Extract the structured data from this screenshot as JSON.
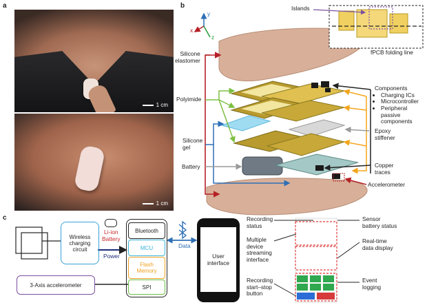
{
  "panels": {
    "a": "a",
    "b": "b",
    "c": "c"
  },
  "panel_a": {
    "scale_top": "1 cm",
    "scale_bottom": "1 cm"
  },
  "panel_b": {
    "islands": "Islands",
    "fpcb": "fPCB folding line",
    "axes": {
      "x": "x",
      "y": "y",
      "z": "z"
    },
    "silicone_elastomer": "Silicone\nelastomer",
    "polyimide": "Polyimide",
    "silicone_gel": "Silicone\ngel",
    "battery": "Battery",
    "components_title": "Components",
    "components_items": [
      "Charging ICs",
      "Microcontroller",
      "Peripheral passive components"
    ],
    "epoxy": "Epoxy\nstiffener",
    "copper": "Copper\ntraces",
    "accelerometer": "Accelerometer"
  },
  "panel_c": {
    "wireless": "Wireless\ncharging\ncircuit",
    "liion": "Li-ion\nBattery",
    "power": "Power",
    "bluetooth": "Bluetooth",
    "mcu": "MCU",
    "flash": "Flash\nMemory",
    "spi": "SPI",
    "accel3": "3-Axis accelerometer",
    "data": "Data",
    "user_interface": "User\ninterface",
    "recording_status": "Recording\nstatus",
    "multiple": "Multiple\ndevice\nstreaming\ninterface",
    "recording_button": "Recording\nstart–stop\nbutton",
    "sensor_battery": "Sensor\nbattery status",
    "realtime": "Real-time\ndata display",
    "event": "Event\nlogging"
  },
  "colors": {
    "arrow_red": "#b52025",
    "arrow_blue": "#2e6fb6",
    "arrow_green": "#7dbf42",
    "arrow_orange": "#f3a51c",
    "arrow_gray": "#9a9a9a",
    "skin": "#d9b59c",
    "copper": "#9a8a2a",
    "board_yellow": "#e8c43a",
    "mcu_blue": "#38b3d8",
    "flash_orange": "#f0a020",
    "spi_green": "#6abf44",
    "purple": "#7b4fa0"
  }
}
